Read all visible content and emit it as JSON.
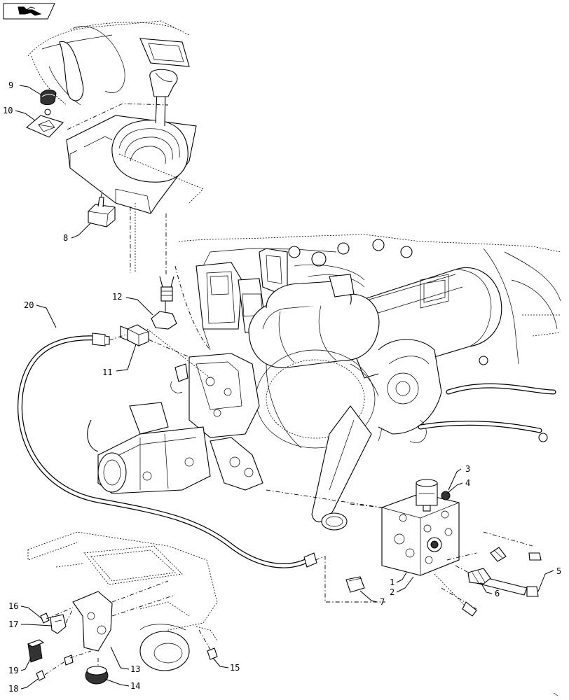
{
  "icons": {
    "corner": "book-pointer-icon"
  },
  "callouts": [
    {
      "n": "1",
      "text": "1"
    },
    {
      "n": "2",
      "text": "2"
    },
    {
      "n": "3",
      "text": "3"
    },
    {
      "n": "4",
      "text": "4"
    },
    {
      "n": "5",
      "text": "5"
    },
    {
      "n": "6",
      "text": "6"
    },
    {
      "n": "7",
      "text": "7"
    },
    {
      "n": "8",
      "text": "8"
    },
    {
      "n": "9",
      "text": "9"
    },
    {
      "n": "10",
      "text": "10"
    },
    {
      "n": "11",
      "text": "11"
    },
    {
      "n": "12",
      "text": "12"
    },
    {
      "n": "13",
      "text": "13"
    },
    {
      "n": "14",
      "text": "14"
    },
    {
      "n": "15",
      "text": "15"
    },
    {
      "n": "16",
      "text": "16"
    },
    {
      "n": "17",
      "text": "17"
    },
    {
      "n": "18",
      "text": "18"
    },
    {
      "n": "19",
      "text": "19"
    },
    {
      "n": "20",
      "text": "20"
    }
  ]
}
